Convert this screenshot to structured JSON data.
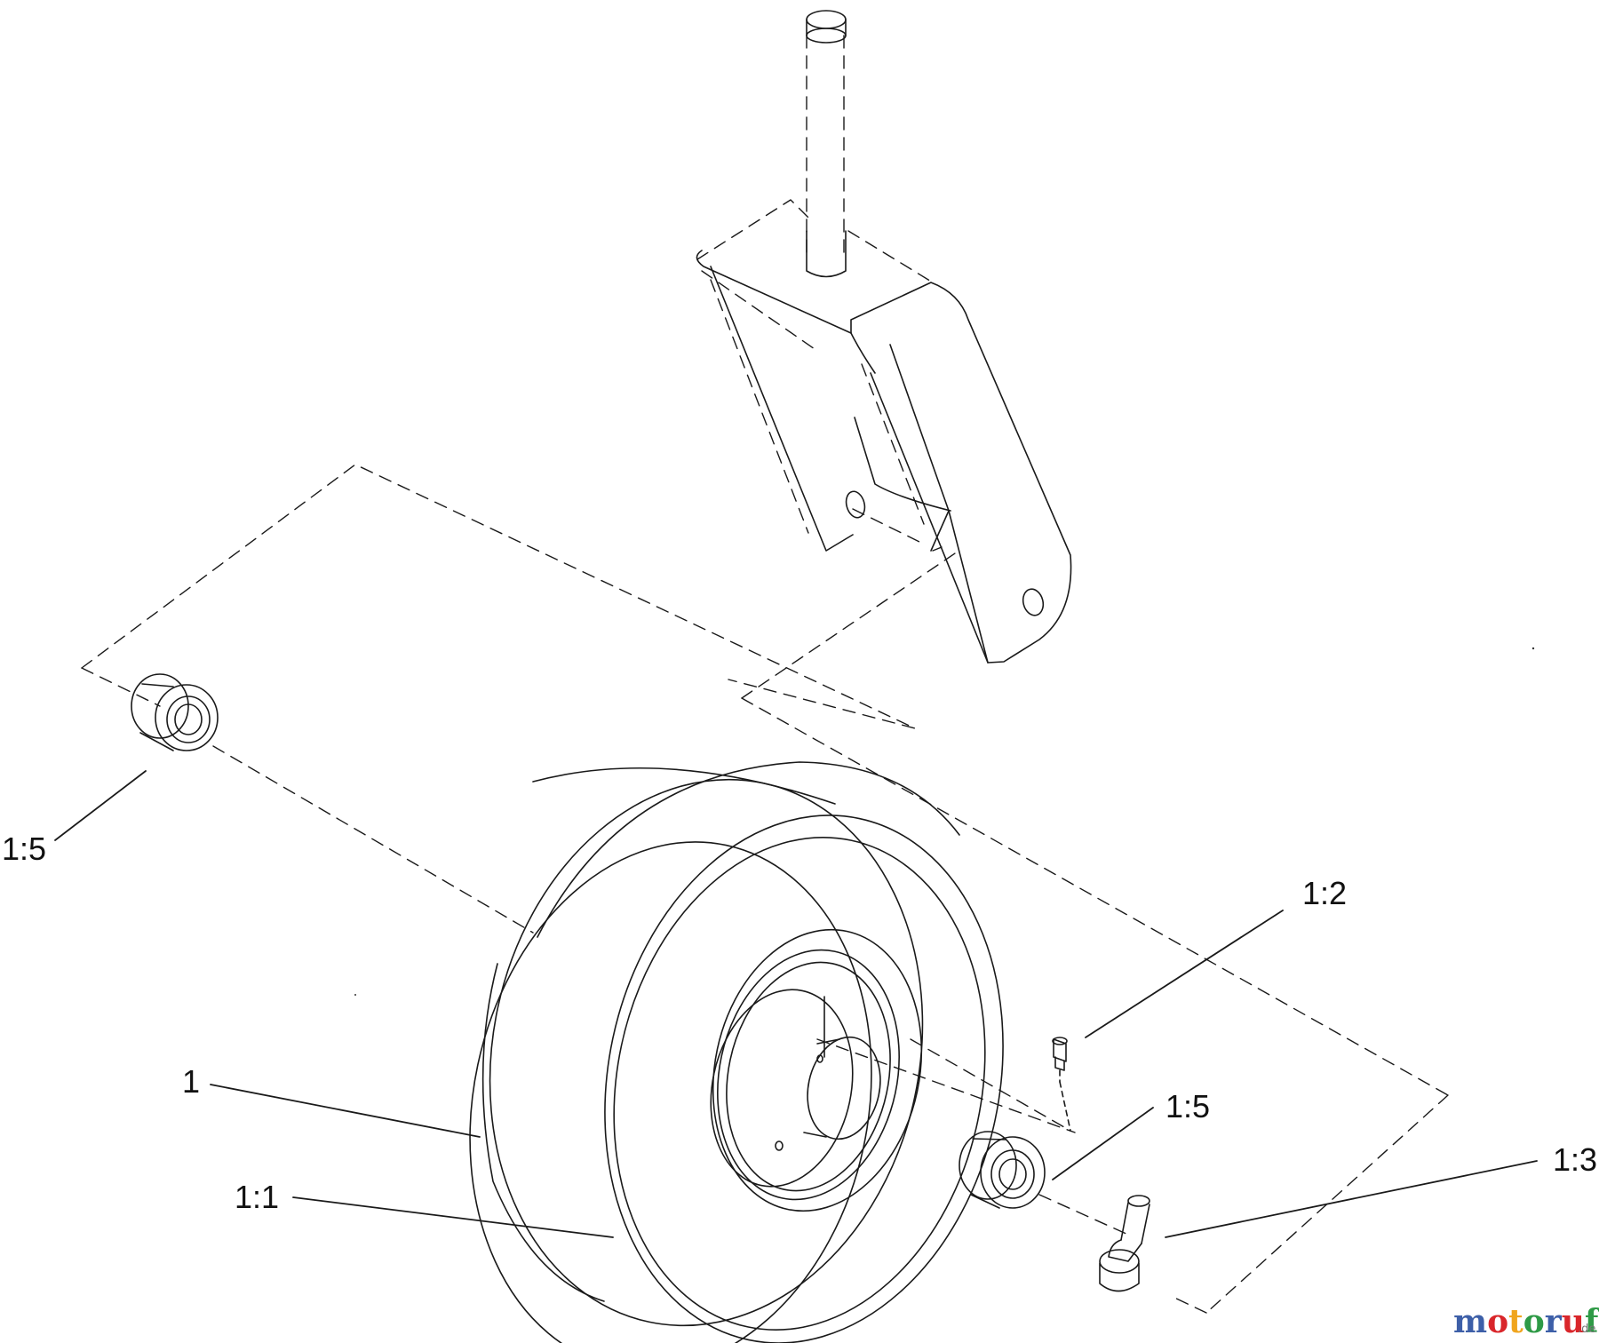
{
  "callouts": {
    "c1": "1",
    "c1_1": "1:1",
    "c1_2": "1:2",
    "c1_3": "1:3",
    "c1_5_left": "1:5",
    "c1_5_right": "1:5"
  },
  "watermark": {
    "text": "motoruf",
    "suffix": ".de",
    "colors": [
      "#3d5fa8",
      "#d9262b",
      "#f0a51e",
      "#2e9a46",
      "#3d5fa8",
      "#d9262b",
      "#2e9a46"
    ]
  }
}
